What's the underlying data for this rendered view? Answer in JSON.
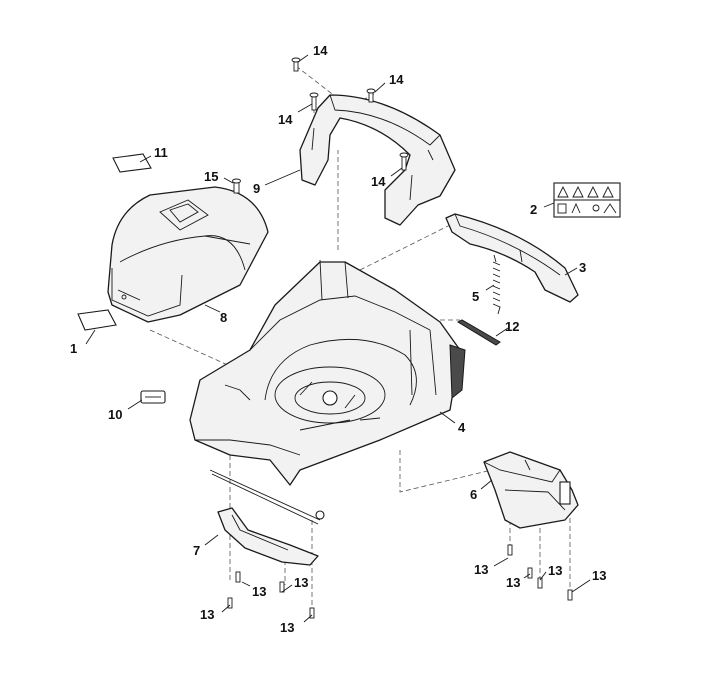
{
  "callouts": {
    "c1": "1",
    "c2": "2",
    "c3": "3",
    "c4": "4",
    "c5": "5",
    "c6": "6",
    "c7": "7",
    "c8": "8",
    "c9": "9",
    "c10": "10",
    "c11": "11",
    "c12": "12",
    "c13a": "13",
    "c13b": "13",
    "c13c": "13",
    "c13d": "13",
    "c13e": "13",
    "c13f": "13",
    "c13g": "13",
    "c13h": "13",
    "c14a": "14",
    "c14b": "14",
    "c14c": "14",
    "c14d": "14",
    "c15": "15"
  },
  "icons": {
    "warning_label": "warning-pictogram-label",
    "screw": "screw-icon"
  }
}
